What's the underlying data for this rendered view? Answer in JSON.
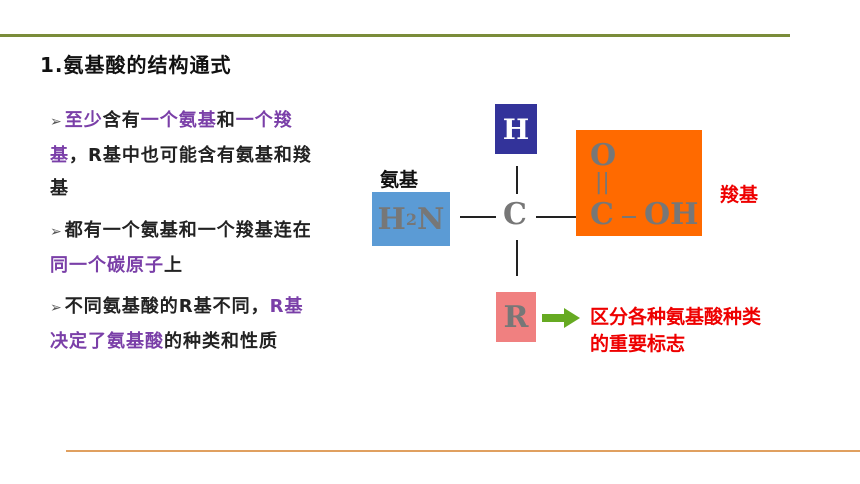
{
  "heading": "1.氨基酸的结构通式",
  "bullets": {
    "b1": {
      "p1": "至少",
      "p2": "含有",
      "p3": "一个氨基",
      "p4": "和",
      "p5": "一个羧基",
      "p6": "，R基中也可能含有氨基和羧基"
    },
    "b2": {
      "p1": "都有一个氨基和一个羧基连在",
      "p2": "同一个碳原子",
      "p3": "上"
    },
    "b3": {
      "p1": "不同氨基酸的R基不同，",
      "p2": "R基决定了氨基酸",
      "p3": "的种类和性质"
    }
  },
  "structure": {
    "h": "H",
    "n_h": "H",
    "n_sub": "2",
    "n_n": "N",
    "c_center": "C",
    "o": "O",
    "double_bond": "||",
    "c_carboxyl": "C",
    "oh": "OH",
    "r": "R"
  },
  "labels": {
    "amino": "氨基",
    "carboxyl": "羧基",
    "r_note_line1": "区分各种氨基酸种类",
    "r_note_line2": "的重要标志"
  },
  "colors": {
    "accent_purple": "#7a3fa8",
    "h_box": "#33339a",
    "amino_box": "#5b9bd5",
    "carboxyl_box": "#ff6a00",
    "r_box": "#f08080",
    "red_text": "#ee0000",
    "arrow_green": "#66aa22"
  }
}
